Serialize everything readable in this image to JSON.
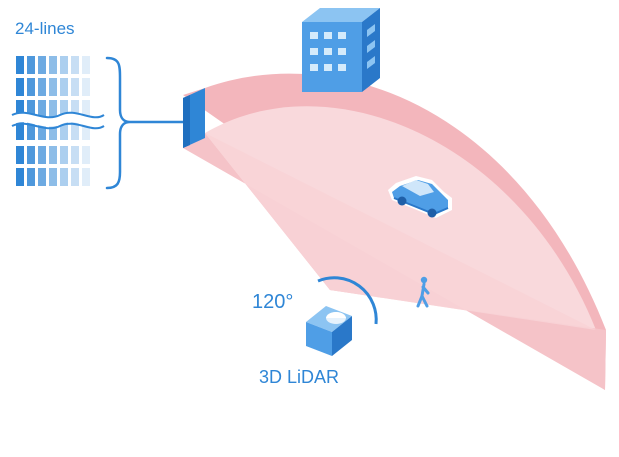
{
  "diagram": {
    "lines_label": "24-lines",
    "angle_label": "120°",
    "device_label": "3D LiDAR"
  },
  "colors": {
    "accent_blue": "#2f86d6",
    "fov_outer": "#f2b7bd",
    "fov_inner": "#f8d7da",
    "beam_fill": "#f7c8cd"
  },
  "icons": [
    "building-icon",
    "car-icon",
    "pedestrian-icon",
    "lidar-device-icon",
    "laser-lines-icon"
  ]
}
